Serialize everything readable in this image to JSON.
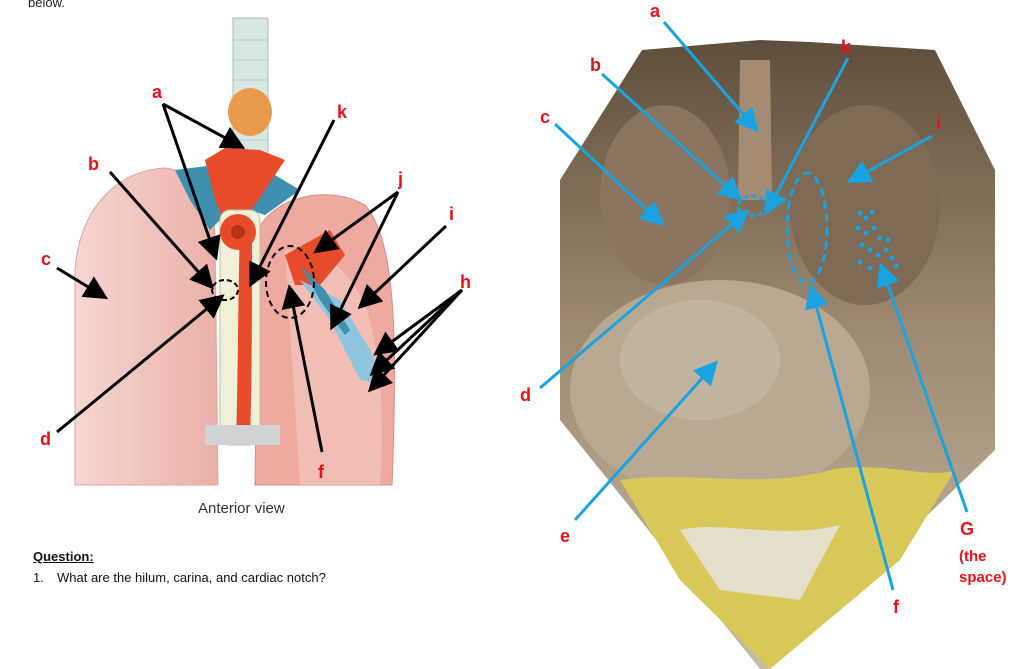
{
  "header_text": "below.",
  "left_figure": {
    "caption": "Anterior view",
    "labels": {
      "a": "a",
      "b": "b",
      "c": "c",
      "d": "d",
      "f": "f",
      "h": "h",
      "i": "i",
      "j": "j",
      "k": "k"
    }
  },
  "right_figure": {
    "labels": {
      "a": "a",
      "b": "b",
      "c": "c",
      "d": "d",
      "e": "e",
      "f": "f",
      "i": "i",
      "k": "k",
      "G": "G",
      "G_note": "(the space)"
    }
  },
  "question": {
    "title": "Question:",
    "items": [
      {
        "number": "1.",
        "text": "What are the hilum, carina, and cardiac notch?"
      }
    ]
  },
  "colors": {
    "label_red": "#e8101a",
    "arrow_blue": "#1aa3e0",
    "arrow_black": "#000000"
  }
}
